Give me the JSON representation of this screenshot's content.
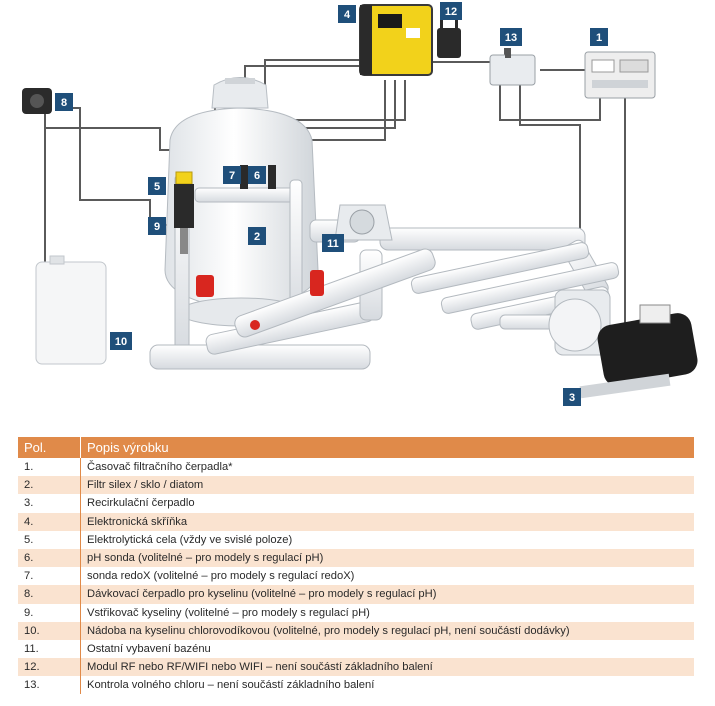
{
  "diagram": {
    "callouts": [
      "1",
      "2",
      "3",
      "4",
      "5",
      "6",
      "7",
      "8",
      "9",
      "10",
      "11",
      "12",
      "13"
    ]
  },
  "table": {
    "headers": {
      "position": "Pol.",
      "description": "Popis výrobku"
    },
    "rows": [
      {
        "pos": "1.",
        "desc": "Časovač filtračního čerpadla*"
      },
      {
        "pos": "2.",
        "desc": "Filtr silex / sklo / diatom"
      },
      {
        "pos": "3.",
        "desc": "Recirkulační čerpadlo"
      },
      {
        "pos": "4.",
        "desc": "Elektronická skříňka"
      },
      {
        "pos": "5.",
        "desc": "Elektrolytická cela (vždy ve svislé poloze)"
      },
      {
        "pos": "6.",
        "desc": "pH sonda (volitelné – pro modely s regulací pH)"
      },
      {
        "pos": "7.",
        "desc": "sonda redoX (volitelné – pro modely s regulací redoX)"
      },
      {
        "pos": "8.",
        "desc": "Dávkovací čerpadlo pro kyselinu (volitelné – pro modely s regulací pH)"
      },
      {
        "pos": "9.",
        "desc": "Vstřikovač kyseliny (volitelné – pro modely s regulací pH)"
      },
      {
        "pos": "10.",
        "desc": "Nádoba na kyselinu chlorovodíkovou (volitelné, pro modely s regulací pH, není součástí dodávky)"
      },
      {
        "pos": "11.",
        "desc": "Ostatní vybavení bazénu"
      },
      {
        "pos": "12.",
        "desc": "Modul RF nebo RF/WIFI nebo WIFI – není součástí základního balení"
      },
      {
        "pos": "13.",
        "desc": "Kontrola volného chloru – není součástí základního balení"
      }
    ]
  },
  "colors": {
    "header_orange": "#e08a49",
    "row_stripe": "#fae3d0",
    "callout_blue": "#1f4f7a",
    "control_box_yellow": "#f2d21b",
    "valve_red": "#d8261f"
  }
}
